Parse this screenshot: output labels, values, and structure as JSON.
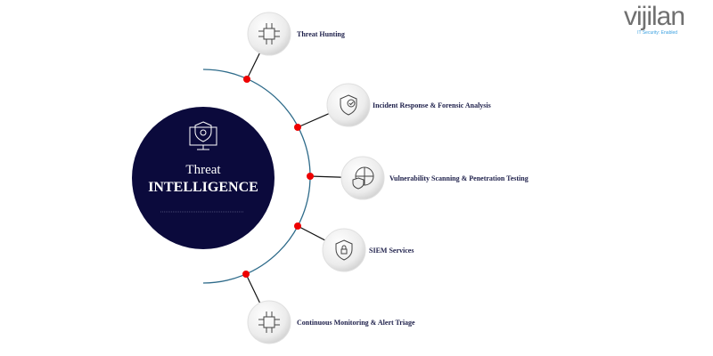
{
  "center": {
    "title_line1": "Threat",
    "title_line2": "INTELLIGENCE",
    "icon": "shield-monitor-icon"
  },
  "services": [
    {
      "label": "Threat Hunting",
      "icon": "chip-icon"
    },
    {
      "label": "Incident Response & Forensic Analysis",
      "icon": "shield-check-icon"
    },
    {
      "label": "Vulnerability Scanning & Penetration Testing",
      "icon": "globe-shield-icon"
    },
    {
      "label": "SIEM Services",
      "icon": "lock-shield-icon"
    },
    {
      "label": "Continuous Monitoring & Alert Triage",
      "icon": "chip-lock-icon"
    }
  ],
  "logo": {
    "name": "vijilan",
    "tagline": "IT Security: Enabled"
  },
  "colors": {
    "circle": "#0b0a3c",
    "arc": "#2e6b8a",
    "dot": "#ee0000",
    "text": "#1d1f4a"
  }
}
